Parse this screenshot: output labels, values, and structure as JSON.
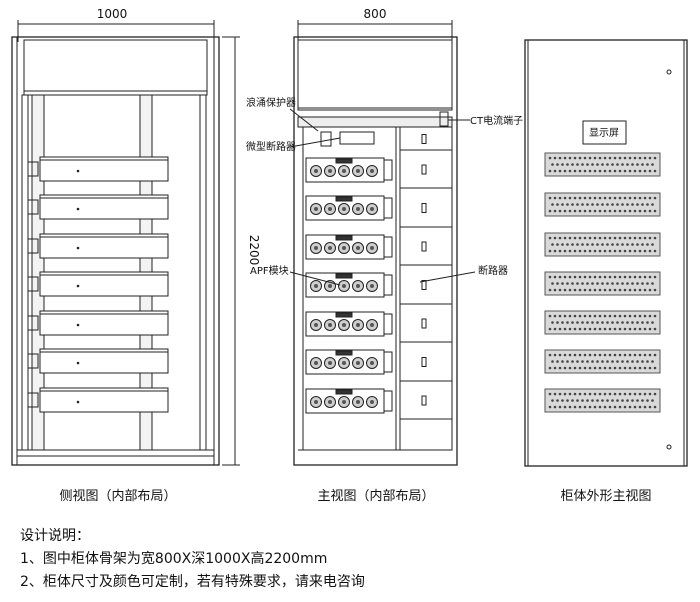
{
  "dimensions": {
    "side_width": "1000",
    "front_width": "800",
    "height": "2200"
  },
  "callouts": {
    "surge_protector": "浪涌保护器",
    "mcb": "微型断路器",
    "ct_terminal": "CT电流端子",
    "apf_module": "APF模块",
    "breaker": "断路器",
    "display": "显示屏"
  },
  "captions": {
    "side_view": "侧视图（内部布局）",
    "front_view": "主视图（内部布局）",
    "exterior_view": "柜体外形主视图"
  },
  "notes": {
    "title": "设计说明：",
    "items": [
      "1、图中柜体骨架为宽800X深1000X高2200mm",
      "2、柜体尺寸及颜色可定制，若有特殊要求，请来电咨询"
    ]
  }
}
